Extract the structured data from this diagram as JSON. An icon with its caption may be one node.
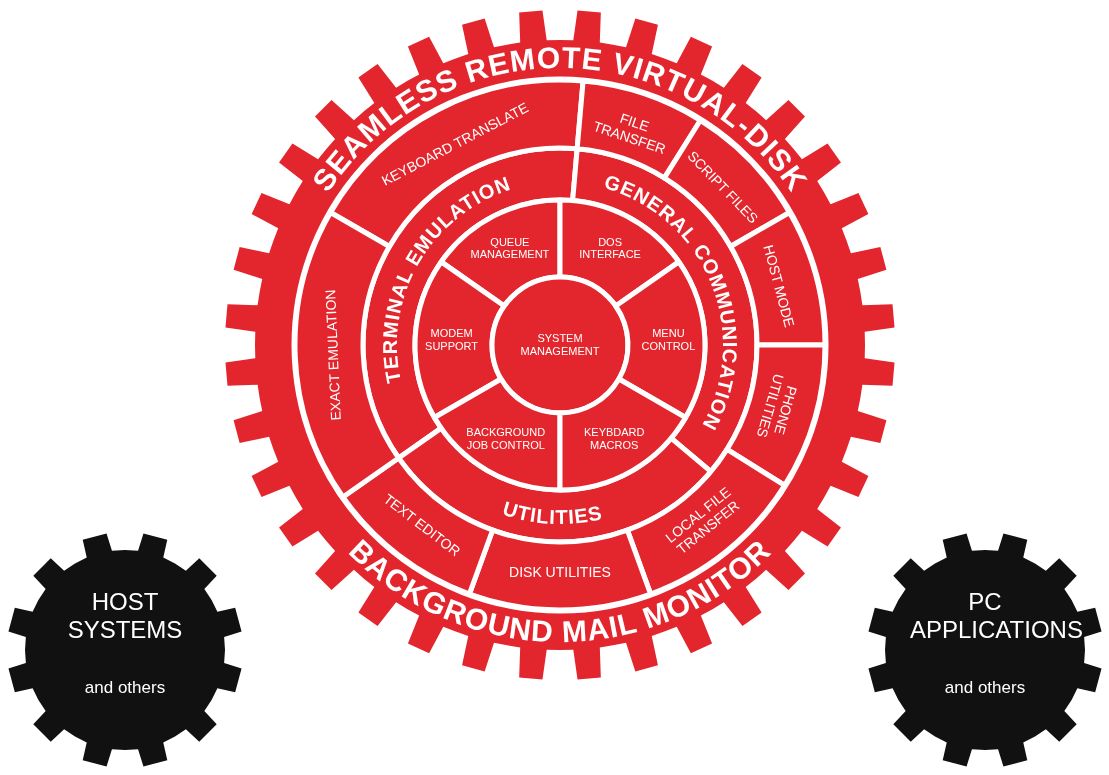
{
  "diagram": {
    "nodes": [
      {
        "text": [
          "SEAMLESS REMOTE VIRTUAL-DISK",
          "BACKGROUND MAIL MONITOR"
        ]
      },
      {
        "text": [
          "TERMINAL EMULATION"
        ],
        "in": 0
      },
      {
        "text": [
          "GENERAL COMMUNICATION"
        ],
        "in": 0
      },
      {
        "text": [
          "UTILITIES"
        ],
        "in": 0
      },
      {
        "text": [
          "KEYBOARD TRANSLATE"
        ],
        "in": 0
      },
      {
        "text": [
          "FILE TRANSFER"
        ],
        "in": 0
      },
      {
        "text": [
          "SCRIPT FILES"
        ],
        "in": 0
      },
      {
        "text": [
          "HOST MODE"
        ],
        "in": 0
      },
      {
        "text": [
          "PHONE UTILITIES"
        ],
        "in": 0
      },
      {
        "text": [
          "LOCAL FILE TRANSFER"
        ],
        "in": 0
      },
      {
        "text": [
          "DISK UTILITIES"
        ],
        "in": 0
      },
      {
        "text": [
          "TEXT EDITOR"
        ],
        "in": 0
      },
      {
        "text": [
          "EXACT EMULATION"
        ],
        "in": 0
      },
      {
        "text": [
          "QUEUE MANAGEMENT"
        ],
        "in": 0
      },
      {
        "text": [
          "DOS INTERFACE"
        ],
        "in": 0
      },
      {
        "text": [
          "MODEM SUPPORT"
        ],
        "in": 0
      },
      {
        "text": [
          "SYSTEM MANAGEMENT"
        ],
        "in": 0
      },
      {
        "text": [
          "MENU CONTROL"
        ],
        "in": 0
      },
      {
        "text": [
          "BACKGROUND JOB CONTROL"
        ],
        "in": 0
      },
      {
        "text": [
          "KEYBDARD MACROS"
        ],
        "in": 0
      },
      {
        "text": [
          "HOST SYSTEMS",
          "and others"
        ]
      },
      {
        "text": [
          "PC APPLICATIONS",
          "and others"
        ]
      }
    ],
    "edges": []
  }
}
